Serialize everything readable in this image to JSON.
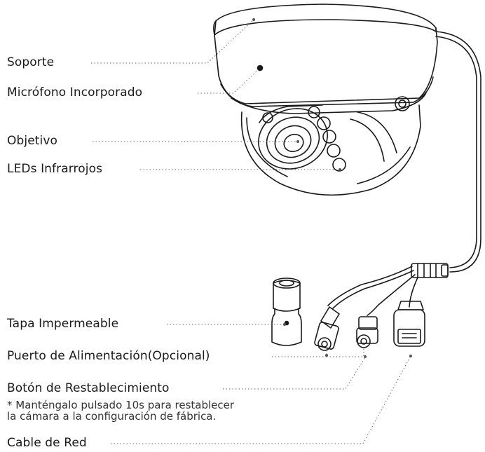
{
  "labels": {
    "soporte": "Soporte",
    "microfono": "Micrófono Incorporado",
    "objetivo": "Objetivo",
    "leds": "LEDs Infrarrojos",
    "tapa": "Tapa Impermeable",
    "puerto": "Puerto de Alimentación(Opcional)",
    "boton": "Botón de Restablecimiento",
    "boton_note_1": "* Manténgalo pulsado 10s para restablecer",
    "boton_note_2": "la cámara a la configuración de fábrica.",
    "cable": "Cable de Red"
  }
}
